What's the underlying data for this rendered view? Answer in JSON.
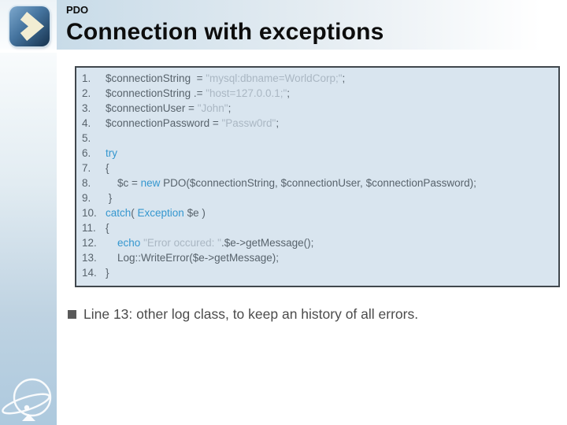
{
  "header": {
    "kicker": "PDO",
    "title": "Connection with exceptions"
  },
  "bullet": {
    "text": "Line 13: other log class, to keep an history of all errors."
  },
  "icons": {
    "arrow_logo": "next-chevron-icon",
    "watermark": "orbit-globe-icon",
    "bullet": "square-bullet-icon"
  },
  "colors": {
    "header_band_left": "#c8dbe8",
    "code_box_bg": "#d9e5ef",
    "code_box_border": "#40474d",
    "code_plain": "#58636c",
    "code_keyword": "#3597cf",
    "code_string": "#aab7c3",
    "left_bar_bottom": "#adc9de",
    "logo_navy": "#16324d",
    "logo_chevron": "#f2edd3",
    "bullet_text": "#4b4b4b"
  },
  "code": {
    "lines": [
      {
        "n": "1.",
        "tokens": [
          {
            "c": "plain",
            "t": "$connectionString  = "
          },
          {
            "c": "string",
            "t": "\"mysql:dbname=WorldCorp;\""
          },
          {
            "c": "plain",
            "t": ";"
          }
        ]
      },
      {
        "n": "2.",
        "tokens": [
          {
            "c": "plain",
            "t": "$connectionString .= "
          },
          {
            "c": "string",
            "t": "\"host=127.0.0.1;\""
          },
          {
            "c": "plain",
            "t": ";"
          }
        ]
      },
      {
        "n": "3.",
        "tokens": [
          {
            "c": "plain",
            "t": "$connectionUser = "
          },
          {
            "c": "string",
            "t": "\"John\""
          },
          {
            "c": "plain",
            "t": ";"
          }
        ]
      },
      {
        "n": "4.",
        "tokens": [
          {
            "c": "plain",
            "t": "$connectionPassword = "
          },
          {
            "c": "string",
            "t": "\"Passw0rd\""
          },
          {
            "c": "plain",
            "t": ";"
          }
        ]
      },
      {
        "n": "5.",
        "tokens": []
      },
      {
        "n": "6.",
        "tokens": [
          {
            "c": "keyword",
            "t": "try"
          }
        ]
      },
      {
        "n": "7.",
        "tokens": [
          {
            "c": "plain",
            "t": "{"
          }
        ]
      },
      {
        "n": "8.",
        "tokens": [
          {
            "c": "plain",
            "t": "    $c = "
          },
          {
            "c": "keyword",
            "t": "new"
          },
          {
            "c": "plain",
            "t": " PDO($connectionString, $connectionUser, $connectionPassword);"
          }
        ]
      },
      {
        "n": "9.",
        "tokens": [
          {
            "c": "plain",
            "t": " }"
          }
        ]
      },
      {
        "n": "10.",
        "tokens": [
          {
            "c": "keyword",
            "t": "catch"
          },
          {
            "c": "plain",
            "t": "( "
          },
          {
            "c": "keyword",
            "t": "Exception"
          },
          {
            "c": "plain",
            "t": " $e )"
          }
        ]
      },
      {
        "n": "11.",
        "tokens": [
          {
            "c": "plain",
            "t": "{"
          }
        ]
      },
      {
        "n": "12.",
        "tokens": [
          {
            "c": "plain",
            "t": "    "
          },
          {
            "c": "keyword",
            "t": "echo"
          },
          {
            "c": "plain",
            "t": " "
          },
          {
            "c": "string",
            "t": "\"Error occured: \""
          },
          {
            "c": "plain",
            "t": ".$e->getMessage();"
          }
        ]
      },
      {
        "n": "13.",
        "tokens": [
          {
            "c": "plain",
            "t": "    Log::WriteError($e->getMessage);"
          }
        ]
      },
      {
        "n": "14.",
        "tokens": [
          {
            "c": "plain",
            "t": "}"
          }
        ]
      }
    ]
  }
}
